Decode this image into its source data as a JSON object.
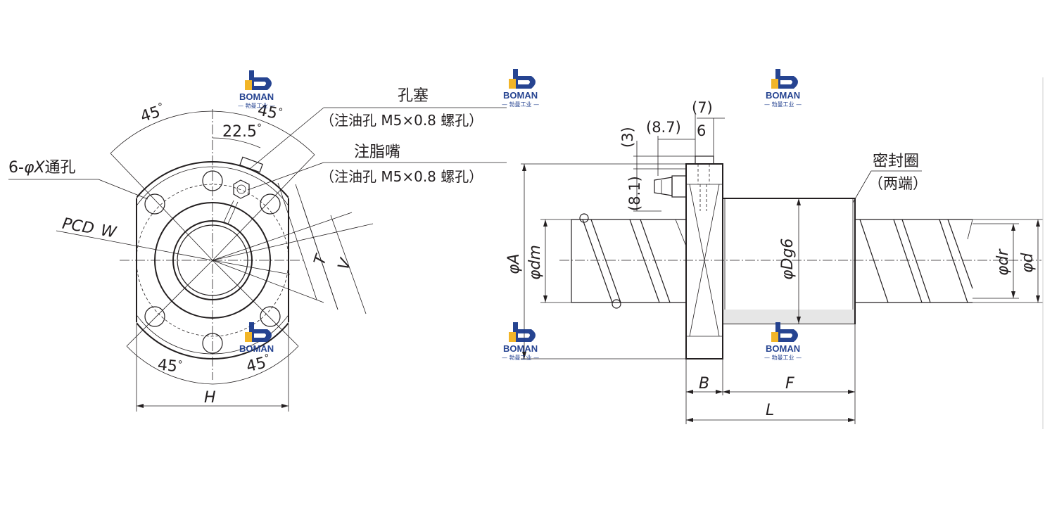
{
  "front_view": {
    "angle_top_left": "45",
    "angle_top_right": "45",
    "angle_half": "22.5",
    "angle_bottom_left": "45",
    "angle_bottom_right": "45",
    "degree_mark": "°",
    "holes_label_prefix": "6-",
    "holes_label_phi": "φ",
    "holes_label_x": "X",
    "holes_label_suffix": "通孔",
    "pcd_label": "PCD",
    "w_label": "W",
    "t_label": "T",
    "v_label": "V",
    "h_label": "H",
    "plug_title": "孔塞",
    "plug_note": "（注油孔 M5×0.8 螺孔）",
    "nipple_title": "注脂嘴",
    "nipple_note": "（注油孔 M5×0.8 螺孔）"
  },
  "side_view": {
    "dim_7": "(7)",
    "dim_8_7": "(8.7)",
    "dim_6": "6",
    "dim_3": "(3)",
    "dim_8_1": "(8.1)",
    "phi_a": "φA",
    "phi_dm": "φdm",
    "phi_dg6": "φDg6",
    "phi_dr": "φdr",
    "phi_d": "φd",
    "b_label": "B",
    "f_label": "F",
    "l_label": "L",
    "seal_title": "密封圈",
    "seal_note": "（两端）"
  },
  "watermark": {
    "brand": "BOMAN",
    "sub": "— 勃曼工业 —",
    "color": "#1b3a8c",
    "accent": "#f2b21c"
  }
}
